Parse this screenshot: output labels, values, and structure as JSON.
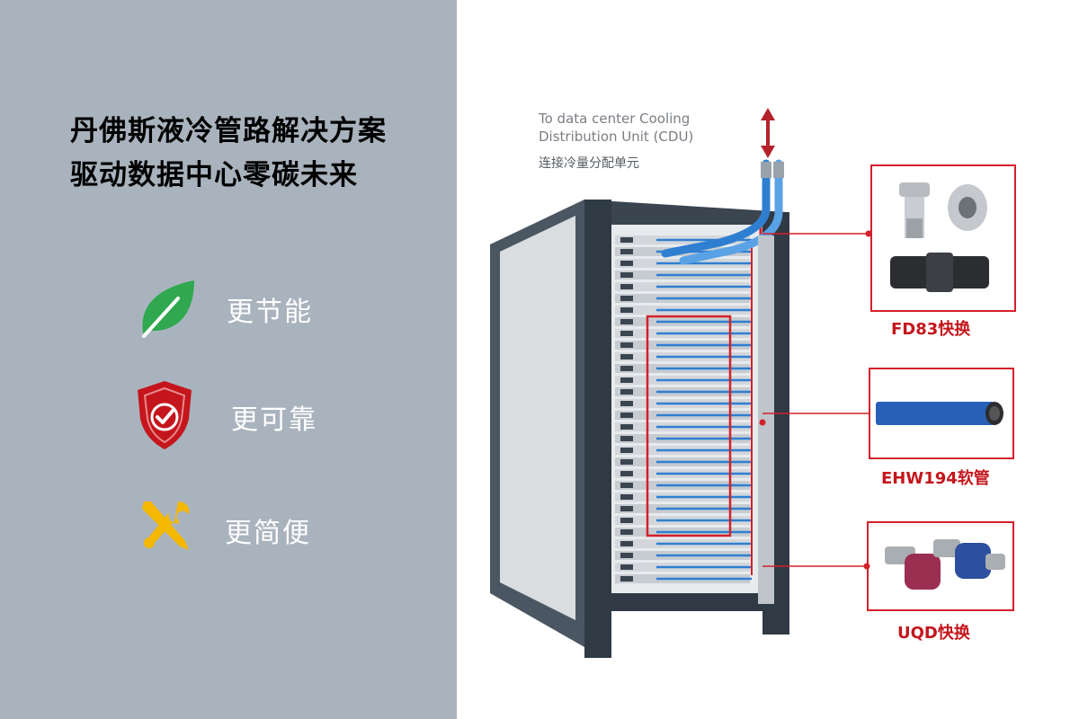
{
  "headline": {
    "line1": "丹佛斯液冷管路解决方案",
    "line2": "驱动数据中心零碳未来"
  },
  "features": [
    {
      "label": "更节能",
      "icon": "leaf-icon",
      "color": "#2fa84f"
    },
    {
      "label": "更可靠",
      "icon": "shield-check-icon",
      "color": "#c4161c"
    },
    {
      "label": "更简便",
      "icon": "wrench-screwdriver-icon",
      "color": "#f5b800"
    }
  ],
  "cdu": {
    "english": "To data center Cooling\nDistribution Unit (CDU)",
    "chinese": "连接冷量分配单元"
  },
  "products": [
    {
      "label": "FD83快换",
      "image": "fd83-couplings"
    },
    {
      "label": "EHW194软管",
      "image": "ehw194-hose"
    },
    {
      "label": "UQD快换",
      "image": "uqd-couplings"
    }
  ],
  "colors": {
    "left_panel": "#a9b3bd",
    "accent_red": "#d4202a",
    "hose_blue": "#2f7fd1",
    "rack_frame": "#3a4550"
  }
}
